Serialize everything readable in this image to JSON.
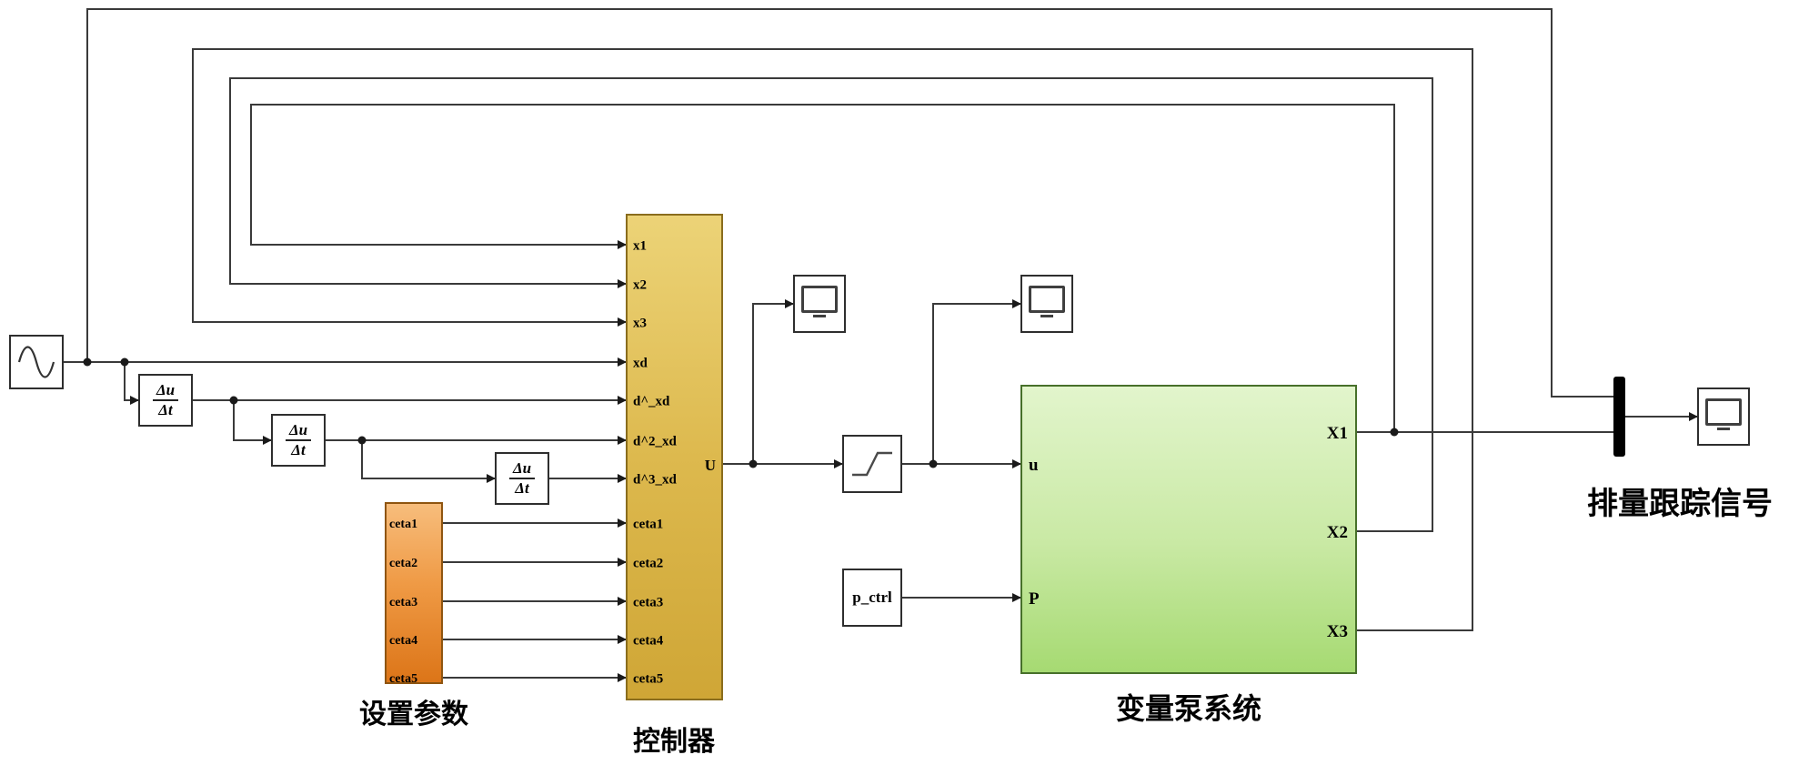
{
  "colors": {
    "controller_fill_top": "#ecd377",
    "controller_fill_bottom": "#cfa636",
    "params_fill_top": "#f7bd7c",
    "params_fill_bottom": "#dc7518",
    "plant_fill_top": "#e2f5cc",
    "plant_fill_bottom": "#a6da72",
    "wire": "#3a3a3a",
    "mux_fill": "#000000"
  },
  "derivative": {
    "numerator": "Δu",
    "denominator": "Δt"
  },
  "params": {
    "caption": "设置参数",
    "outputs": [
      "ceta1",
      "ceta2",
      "ceta3",
      "ceta4",
      "ceta5"
    ]
  },
  "controller": {
    "caption": "控制器",
    "inputs": [
      "x1",
      "x2",
      "x3",
      "xd",
      "d^_xd",
      "d^2_xd",
      "d^3_xd",
      "ceta1",
      "ceta2",
      "ceta3",
      "ceta4",
      "ceta5"
    ],
    "output": "U"
  },
  "p_ctrl": {
    "label": "p_ctrl"
  },
  "plant": {
    "caption": "变量泵系统",
    "inputs": [
      "u",
      "P"
    ],
    "outputs": [
      "X1",
      "X2",
      "X3"
    ]
  },
  "tracking": {
    "label": "排量跟踪信号"
  }
}
